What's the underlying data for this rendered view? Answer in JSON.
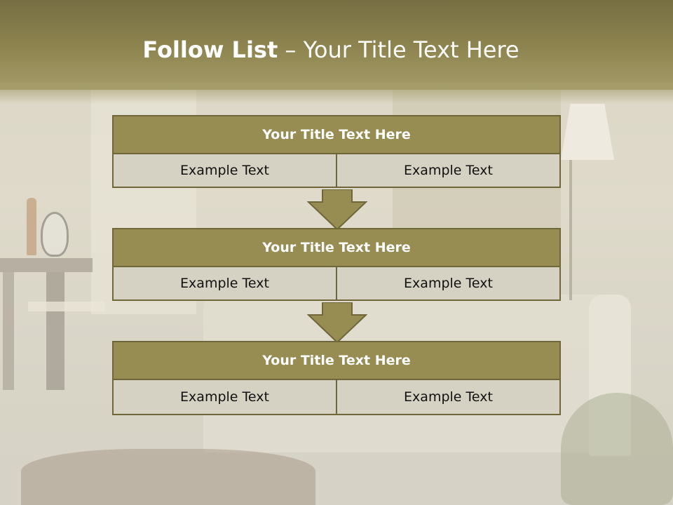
{
  "slide": {
    "title_bold": "Follow List",
    "title_rest": " – Your Title Text Here"
  },
  "blocks": [
    {
      "title": "Your Title Text Here",
      "left": "Example Text",
      "right": "Example Text"
    },
    {
      "title": "Your Title Text Here",
      "left": "Example Text",
      "right": "Example Text"
    },
    {
      "title": "Your Title Text Here",
      "left": "Example Text",
      "right": "Example Text"
    }
  ],
  "colors": {
    "header": "#8e8550",
    "title_box": "#978c52",
    "cell": "#d5d2c4",
    "border": "#6f663a"
  }
}
